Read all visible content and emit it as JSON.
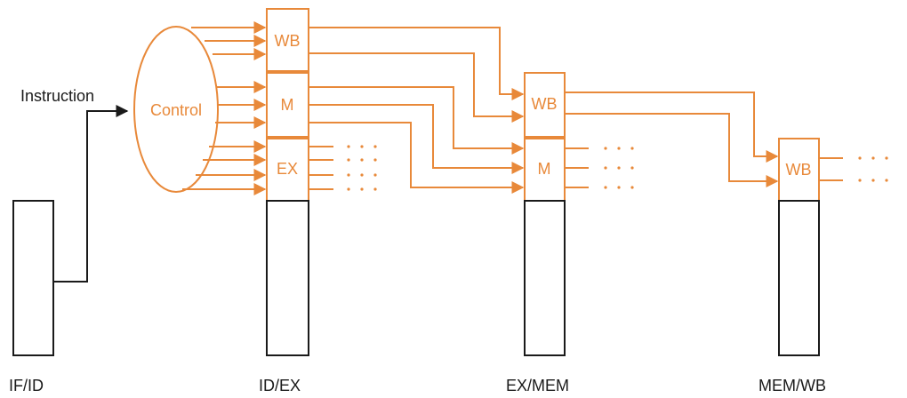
{
  "labels": {
    "instruction": "Instruction",
    "control": "Control"
  },
  "registers": [
    {
      "id": "if_id",
      "label": "IF/ID",
      "fields": []
    },
    {
      "id": "id_ex",
      "label": "ID/EX",
      "fields": [
        "WB",
        "M",
        "EX"
      ]
    },
    {
      "id": "ex_mem",
      "label": "EX/MEM",
      "fields": [
        "WB",
        "M"
      ]
    },
    {
      "id": "mem_wb",
      "label": "MEM/WB",
      "fields": [
        "WB"
      ]
    }
  ],
  "colors": {
    "control_path": "#e8893a",
    "datapath": "#1a1a1a"
  }
}
